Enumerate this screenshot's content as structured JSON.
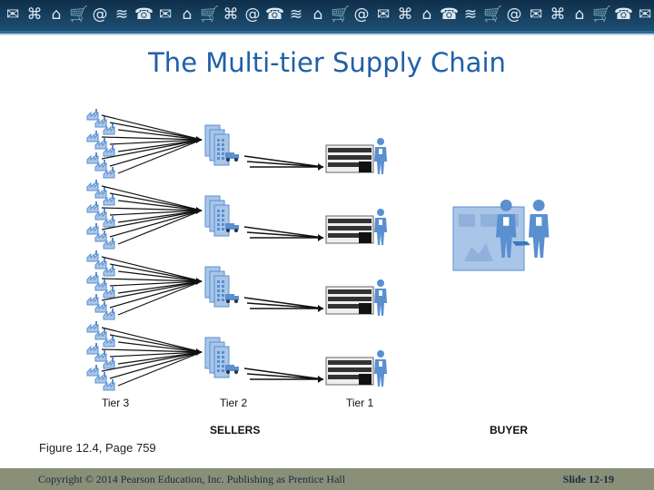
{
  "header": {
    "title": "The Multi-tier Supply Chain"
  },
  "banner": {
    "icons": [
      "mail-icon",
      "network-icon",
      "house-icon",
      "cart-icon",
      "at-icon",
      "wifi-icon",
      "phone-icon",
      "mail-icon",
      "house-icon",
      "cart-icon",
      "network-icon",
      "at-icon",
      "phone-icon",
      "wifi-icon",
      "house-icon",
      "cart-icon",
      "at-icon",
      "mail-icon",
      "network-icon",
      "house-icon",
      "phone-icon",
      "wifi-icon",
      "cart-icon",
      "at-icon",
      "mail-icon",
      "network-icon",
      "house-icon",
      "cart-icon",
      "phone-icon",
      "mail-icon"
    ],
    "colors": {
      "background": "#1a4466",
      "icon": "#dce8f2"
    }
  },
  "figure": {
    "tier3_label": "Tier 3",
    "tier2_label": "Tier 2",
    "tier1_label": "Tier 1",
    "sellers_label": "SELLERS",
    "buyer_label": "BUYER",
    "colors": {
      "icon_blue": "#5a8fd0",
      "icon_light": "#a9c6e8",
      "arrow": "#111111",
      "warehouse": "#333333"
    }
  },
  "caption": "Figure 12.4, Page 759",
  "footer": {
    "copyright": "Copyright © 2014 Pearson Education, Inc. Publishing as Prentice Hall",
    "slide": "Slide 12-19"
  }
}
